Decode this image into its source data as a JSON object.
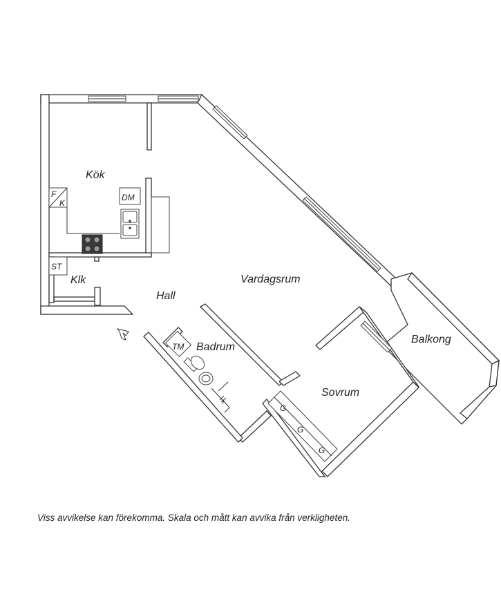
{
  "rooms": {
    "kitchen": "Kök",
    "closet": "Klk",
    "hall": "Hall",
    "living_room": "Vardagsrum",
    "bathroom": "Badrum",
    "bedroom": "Sovrum",
    "balcony": "Balkong"
  },
  "fixtures": {
    "fridge_top": "F",
    "fridge_bottom": "K",
    "dishwasher": "DM",
    "storage": "ST",
    "washing_machine": "TM",
    "wardrobe_1": "G",
    "wardrobe_2": "G",
    "wardrobe_3": "G"
  },
  "icons": {
    "entrance": "entrance-arrow-icon",
    "stove": "stove-icon",
    "sink": "sink-icon",
    "toilet": "toilet-icon",
    "washbasin": "washbasin-icon",
    "shower": "shower-icon"
  },
  "disclaimer": "Viss avvikelse kan förekomma. Skala och mått kan avvika från verkligheten."
}
